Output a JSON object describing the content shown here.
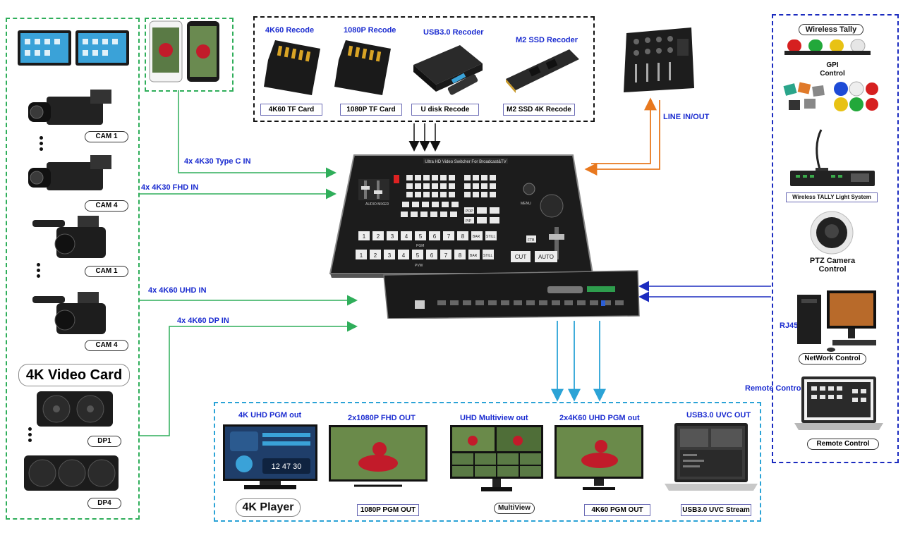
{
  "recorders": [
    {
      "title": "4K60 Recode",
      "caption": "4K60 TF Card"
    },
    {
      "title": "1080P Recode",
      "caption": "1080P TF Card"
    },
    {
      "title": "USB3.0 Recoder",
      "caption": "U disk Recode"
    },
    {
      "title": "M2 SSD Recoder",
      "caption": "M2 SSD 4K Recode"
    }
  ],
  "sources": {
    "cams": [
      "CAM 1",
      "CAM 4",
      "CAM 1",
      "CAM 4"
    ],
    "video_card_title": "4K Video Card",
    "dps": [
      "DP1",
      "DP4"
    ]
  },
  "inputs": {
    "typec": "4x 4K30 Type C IN",
    "fhd": "4x 4K30 FHD IN",
    "uhd": "4x 4K60 UHD IN",
    "dp": "4x 4K60 DP IN"
  },
  "audio": {
    "label": "LINE IN/OUT"
  },
  "switcher": {
    "brand_text": "Ultra HD Video Switcher For Broadcast&TV",
    "audio_mixer": "AUDIO MIXER",
    "pgm": "PGM",
    "pvw": "PVW",
    "menu": "MENU",
    "bar": "BAR",
    "still": "STILL",
    "cut": "CUT",
    "auto": "AUTO",
    "ftb": "FTB",
    "pip": "PIP",
    "pop": "POP",
    "numbers": [
      "1",
      "2",
      "3",
      "4",
      "5",
      "6",
      "7",
      "8"
    ]
  },
  "control": {
    "wireless_tally": "Wireless Tally",
    "gpi_line1": "GPI",
    "gpi_line2": "Control",
    "tally_system": "Wireless TALLY Light System",
    "ptz_line1": "PTZ Camera",
    "ptz_line2": "Control",
    "rj45": "RJ45",
    "network": "NetWork Control",
    "remote_label": "Remote Control",
    "remote_caption": "Remote Control"
  },
  "outputs": [
    {
      "title": "4K UHD PGM out",
      "caption": "4K Player"
    },
    {
      "title": "2x1080P FHD OUT",
      "caption": "1080P PGM OUT"
    },
    {
      "title": "UHD Multiview out",
      "caption": "MultiView"
    },
    {
      "title": "2x4K60 UHD PGM out",
      "caption": "4K60  PGM OUT"
    },
    {
      "title": "USB3.0 UVC OUT",
      "caption": "USB3.0 UVC Stream"
    }
  ],
  "player_clock": "12 47 30",
  "colors": {
    "green": "#2fae5a",
    "navy": "#1b2bbf",
    "cyan": "#2ba3d6",
    "orange": "#e8781e",
    "title_blue": "#1a2bd0"
  }
}
